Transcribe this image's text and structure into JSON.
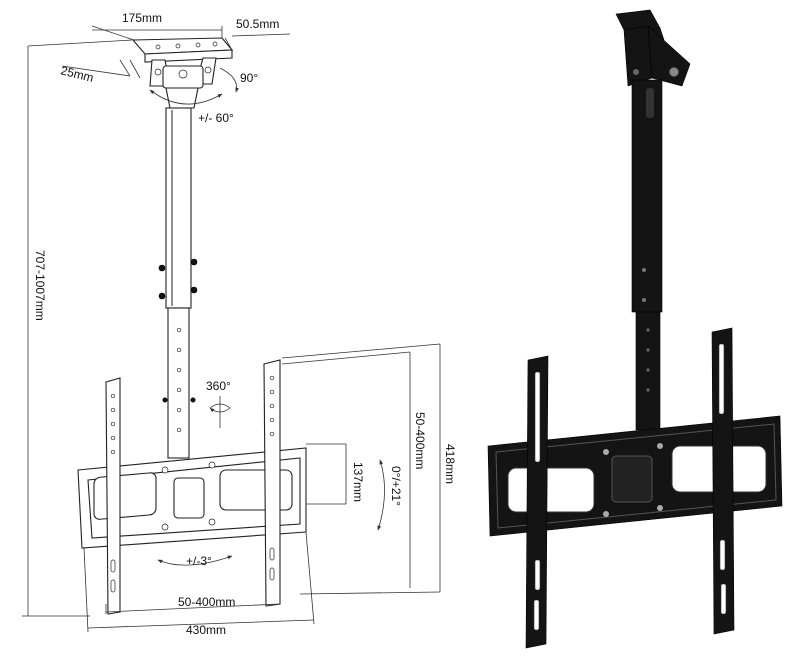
{
  "dimensions": {
    "plate_width": "175mm",
    "plate_depth": "50.5mm",
    "plate_side": "25mm",
    "tilt_head": "90°",
    "swivel_head": "+/- 60°",
    "pole_length": "707-1007mm",
    "rotation": "360°",
    "tilt_screen": "0°/+21°",
    "arm_height": "137mm",
    "vesa_vertical": "50-400mm",
    "total_height": "418mm",
    "level_adjust": "+/-3°",
    "vesa_horizontal": "50-400mm",
    "total_width": "430mm"
  },
  "colors": {
    "line_art": "#222222",
    "product_metal": "#141414",
    "background": "#ffffff"
  }
}
